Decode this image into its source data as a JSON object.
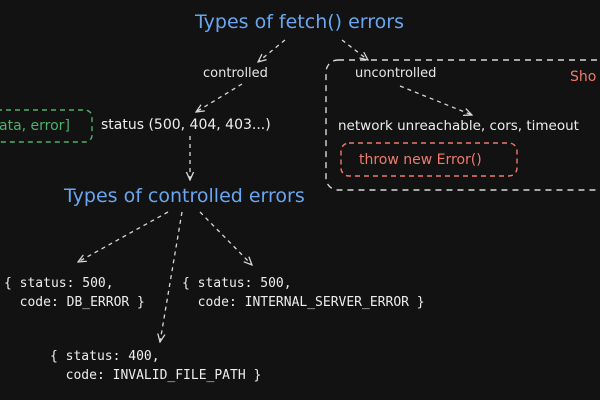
{
  "colors": {
    "background": "#121212",
    "title": "#6aa6f0",
    "text": "#e8e8e8",
    "green": "#4fb069",
    "red": "#f07a6e",
    "arrow": "#d8d8d8"
  },
  "diagram": {
    "title": "Types of fetch() errors",
    "branch_controlled": "controlled",
    "branch_uncontrolled": "uncontrolled",
    "side_note_clipped": "Sho",
    "green_box_text": "ata, error]",
    "status_text": "status (500, 404, 403...)",
    "network_text": "network unreachable, cors, timeout",
    "throw_text": "throw new Error()",
    "controlled_title": "Types of controlled errors",
    "error_1": {
      "line1": "{ status: 500,",
      "line2": "  code: DB_ERROR }"
    },
    "error_2": {
      "line1": "{ status: 500,",
      "line2": "  code: INTERNAL_SERVER_ERROR }"
    },
    "error_3": {
      "line1": "{ status: 400,",
      "line2": "  code: INVALID_FILE_PATH }"
    }
  }
}
